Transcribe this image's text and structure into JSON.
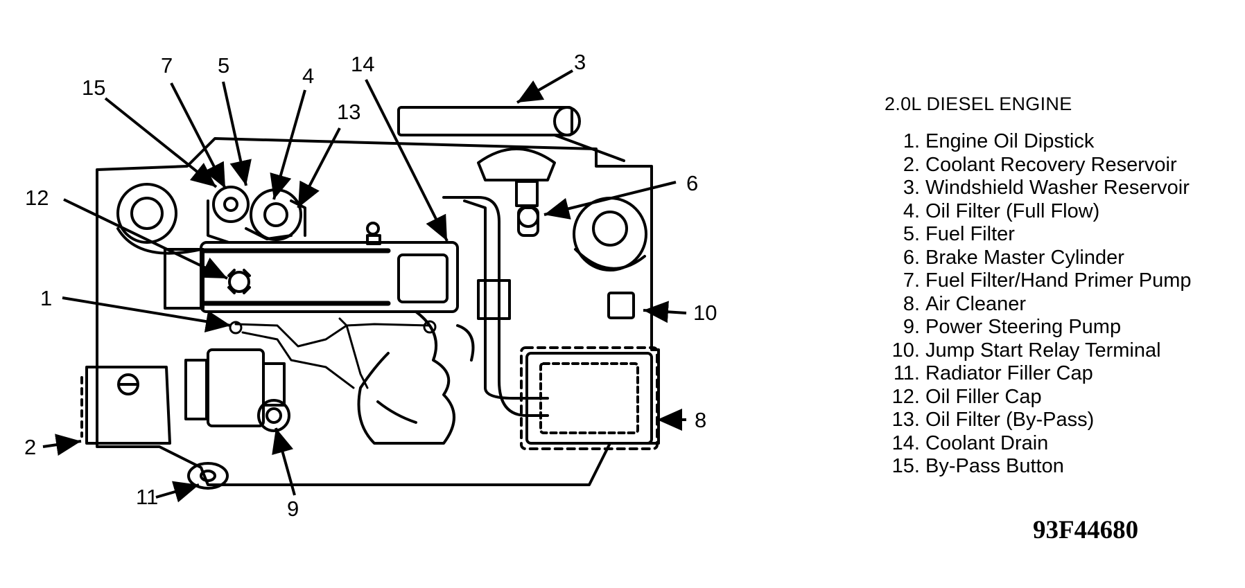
{
  "title": "2.0L DIESEL ENGINE",
  "figure_id": "93F44680",
  "legend": [
    {
      "num": "1.",
      "text": "Engine Oil Dipstick"
    },
    {
      "num": "2.",
      "text": "Coolant Recovery Reservoir"
    },
    {
      "num": "3.",
      "text": "Windshield Washer Reservoir"
    },
    {
      "num": "4.",
      "text": "Oil Filter (Full Flow)"
    },
    {
      "num": "5.",
      "text": "Fuel Filter"
    },
    {
      "num": "6.",
      "text": "Brake Master Cylinder"
    },
    {
      "num": "7.",
      "text": "Fuel Filter/Hand Primer Pump"
    },
    {
      "num": "8.",
      "text": "Air Cleaner"
    },
    {
      "num": "9.",
      "text": "Power Steering Pump"
    },
    {
      "num": "10.",
      "text": "Jump Start Relay Terminal"
    },
    {
      "num": "11.",
      "text": "Radiator Filler Cap"
    },
    {
      "num": "12.",
      "text": "Oil Filler Cap"
    },
    {
      "num": "13.",
      "text": "Oil Filter (By-Pass)"
    },
    {
      "num": "14.",
      "text": "Coolant Drain"
    },
    {
      "num": "15.",
      "text": "By-Pass Button"
    }
  ],
  "callouts": {
    "c1": "1",
    "c2": "2",
    "c3": "3",
    "c4": "4",
    "c5": "5",
    "c6": "6",
    "c7": "7",
    "c8": "8",
    "c9": "9",
    "c10": "10",
    "c11": "11",
    "c12": "12",
    "c13": "13",
    "c14": "14",
    "c15": "15"
  }
}
